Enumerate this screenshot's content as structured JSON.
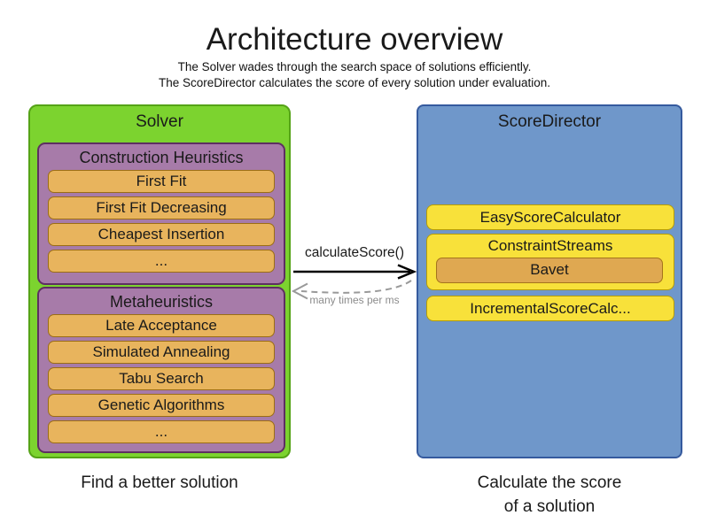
{
  "title": "Architecture overview",
  "subtitle1": "The Solver wades through the search space of solutions efficiently.",
  "subtitle2": "The ScoreDirector calculates the score of every solution under evaluation.",
  "solver": {
    "label": "Solver",
    "caption": "Find a better solution",
    "construction_heuristics": {
      "label": "Construction Heuristics",
      "items": [
        "First Fit",
        "First Fit Decreasing",
        "Cheapest Insertion",
        "..."
      ]
    },
    "metaheuristics": {
      "label": "Metaheuristics",
      "items": [
        "Late Acceptance",
        "Simulated Annealing",
        "Tabu Search",
        "Genetic Algorithms",
        "..."
      ]
    }
  },
  "score_director": {
    "label": "ScoreDirector",
    "caption_line1": "Calculate the score",
    "caption_line2": "of a solution",
    "easy_calculator": "EasyScoreCalculator",
    "constraint_streams": "ConstraintStreams",
    "bavet": "Bavet",
    "incremental_calculator": "IncrementalScoreCalc..."
  },
  "arrow": {
    "call_label": "calculateScore()",
    "frequency_label": "many times per ms"
  },
  "colors": {
    "solver_green": "#7cd32f",
    "heuristics_purple": "#a77ba9",
    "algorithm_orange": "#e8b45d",
    "score_director_blue": "#6f97ca",
    "calculator_yellow": "#f8e13a",
    "bavet_orange": "#dfa851",
    "arrow_black": "#000000",
    "return_arrow_gray": "#999999"
  }
}
